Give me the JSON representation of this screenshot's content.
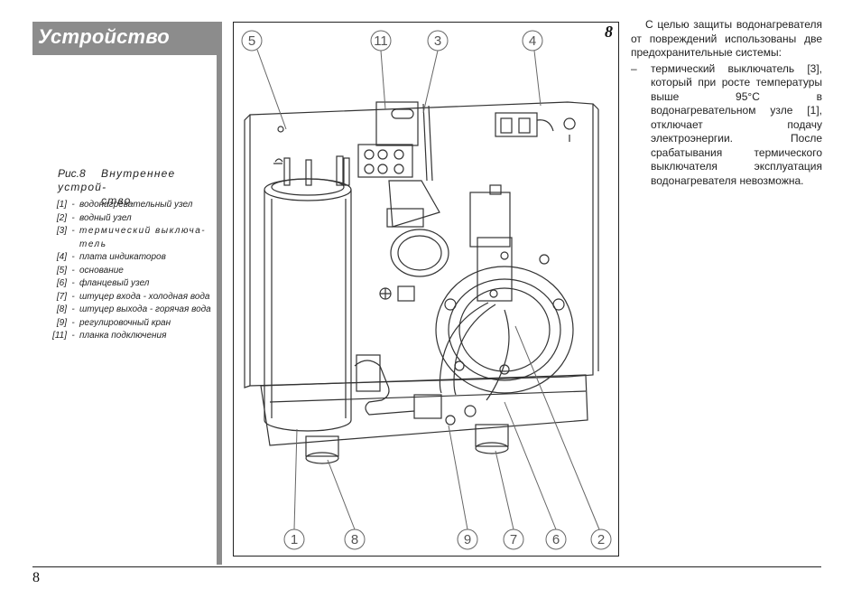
{
  "section": {
    "title": "Устройство"
  },
  "figure": {
    "number": "8",
    "caption_label": "Рис.8",
    "caption_text_1": "Внутреннее устрой-",
    "caption_text_2": "ство.",
    "legend": [
      {
        "ref": "[1]",
        "dash": "-",
        "text": "водонагревательный узел"
      },
      {
        "ref": "[2]",
        "dash": "-",
        "text": "водный узел"
      },
      {
        "ref": "[3]",
        "dash": "-",
        "text": "термический выключа-тель"
      },
      {
        "ref": "[4]",
        "dash": "-",
        "text": "плата индикаторов"
      },
      {
        "ref": "[5]",
        "dash": "-",
        "text": "основание"
      },
      {
        "ref": "[6]",
        "dash": "-",
        "text": "фланцевый узел"
      },
      {
        "ref": "[7]",
        "dash": "-",
        "text": "штуцер входа - холодная вода"
      },
      {
        "ref": "[8]",
        "dash": "-",
        "text": "штуцер выхода - горячая вода"
      },
      {
        "ref": "[9]",
        "dash": "-",
        "text": "регулировочный кран"
      },
      {
        "ref": "[11]",
        "dash": "-",
        "text": "планка подключения"
      }
    ],
    "callouts_top": [
      "5",
      "11",
      "3",
      "4"
    ],
    "callouts_bottom": [
      "1",
      "8",
      "9",
      "7",
      "6",
      "2"
    ]
  },
  "body": {
    "intro": "С целью защиты водонагревателя от повреждений использованы две предохранительные системы:",
    "bullet_dash": "–",
    "bullet": "термический выключатель [3], который при росте температуры выше 95°С в водонагревательном узле [1], отключает подачу электроэнергии. После срабатывания термического выключателя эксплуатация водонагревателя невозможна."
  },
  "page": {
    "number": "8"
  },
  "colors": {
    "header_bar": "#8c8c8c",
    "header_text": "#ffffff",
    "ink": "#222222",
    "callout": "#555555"
  }
}
